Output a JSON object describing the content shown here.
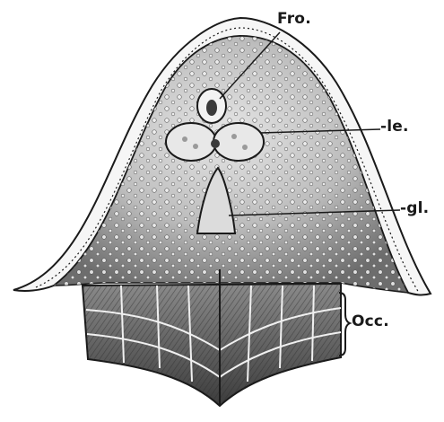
{
  "labels": {
    "fro": "Fro.",
    "le": "-le.",
    "gl": "-gl.",
    "occ": "Occ."
  },
  "colors": {
    "ink": "#1a1a1a",
    "shade": "#5a5a5a",
    "light": "#d9d9d9",
    "background": "#ffffff"
  }
}
